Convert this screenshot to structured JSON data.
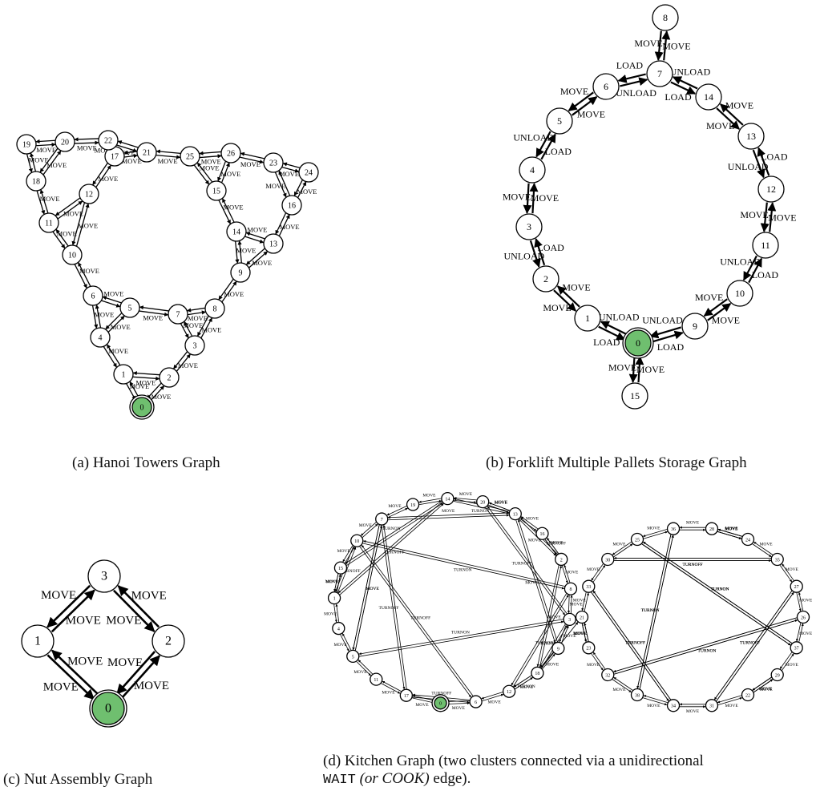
{
  "colors": {
    "start_node_fill": "#6fbf6f",
    "stroke": "#000000",
    "background": "#ffffff"
  },
  "captions": {
    "a": "(a) Hanoi Towers Graph",
    "b": "(b) Forklift Multiple Pallets Storage Graph",
    "c": "(c) Nut Assembly Graph",
    "d_line1": "(d) Kitchen Graph (two clusters connected via a unidirectional",
    "d_line2_mono": "WAIT",
    "d_line2_italic": " (or COOK)",
    "d_line2_rest": " edge)."
  },
  "graphs": {
    "hanoi": {
      "start": "0",
      "nodes": [
        "0",
        "1",
        "2",
        "3",
        "4",
        "5",
        "6",
        "7",
        "8",
        "9",
        "10",
        "11",
        "12",
        "13",
        "14",
        "15",
        "16",
        "17",
        "18",
        "19",
        "20",
        "21",
        "22",
        "23",
        "24",
        "25",
        "26"
      ],
      "edge_label": "MOVE"
    },
    "forklift": {
      "start": "0",
      "nodes": [
        "0",
        "1",
        "2",
        "3",
        "4",
        "5",
        "6",
        "7",
        "8",
        "9",
        "10",
        "11",
        "12",
        "13",
        "14",
        "15"
      ],
      "edge_labels": [
        "MOVE",
        "LOAD",
        "UNLOAD"
      ]
    },
    "nut": {
      "start": "0",
      "nodes": [
        "0",
        "1",
        "2",
        "3"
      ],
      "edge_label": "MOVE"
    },
    "kitchen": {
      "start": "0",
      "cluster1_nodes": [
        "0",
        "1",
        "2",
        "3",
        "4",
        "5",
        "6",
        "7",
        "8",
        "9",
        "10",
        "11",
        "12",
        "13",
        "14",
        "15",
        "16",
        "17",
        "18",
        "19",
        "20"
      ],
      "cluster2_nodes": [
        "21",
        "22",
        "23",
        "24",
        "25",
        "26",
        "27",
        "28",
        "29",
        "30",
        "31",
        "32",
        "33",
        "34",
        "35",
        "36",
        "37",
        "38"
      ],
      "edge_labels": [
        "MOVE",
        "TURNON",
        "TURNOFF"
      ]
    }
  }
}
